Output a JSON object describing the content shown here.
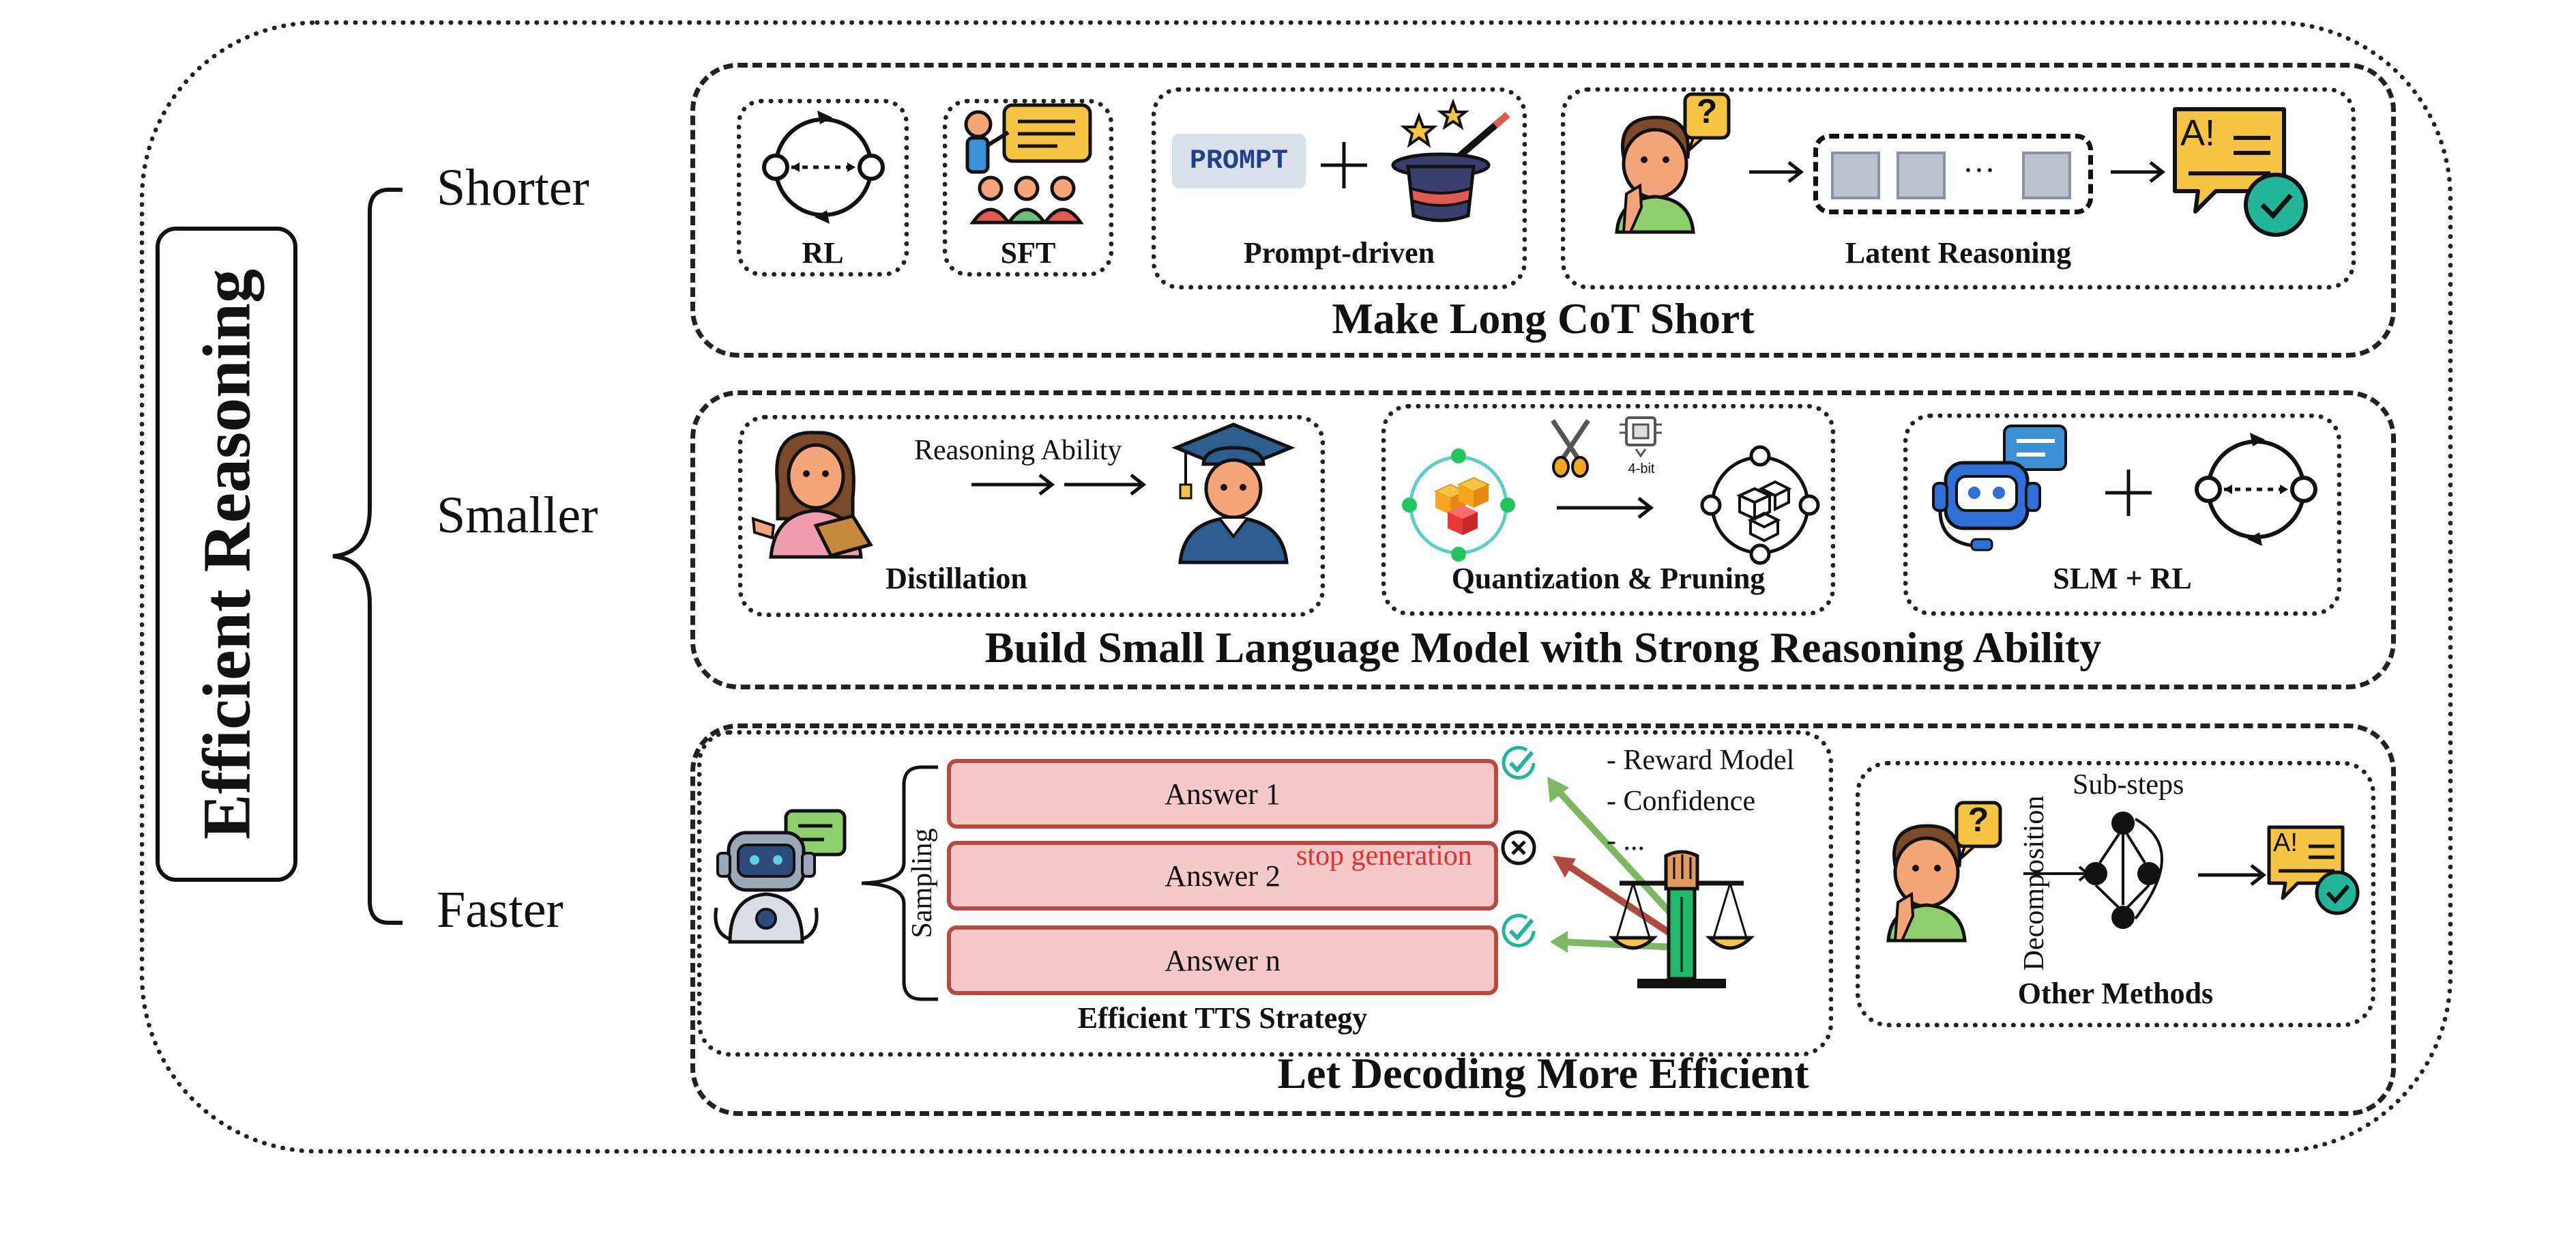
{
  "root": {
    "title": "Efficient Reasoning"
  },
  "branches": [
    {
      "label": "Shorter"
    },
    {
      "label": "Smaller"
    },
    {
      "label": "Faster"
    }
  ],
  "shorter": {
    "section_title": "Make Long CoT Short",
    "rl_label": "RL",
    "sft_label": "SFT",
    "prompt_label": "Prompt-driven",
    "prompt_tag": "PROMPT",
    "latent_label": "Latent Reasoning",
    "latent_dots": "···",
    "question_mark": "?",
    "ai_text": "A!"
  },
  "smaller": {
    "section_title": "Build Small Language Model with Strong Reasoning Ability",
    "distill_label": "Distillation",
    "distill_caption": "Reasoning Ability",
    "quant_label": "Quantization & Pruning",
    "chip_text": "4-bit",
    "slm_label": "SLM + RL"
  },
  "faster": {
    "section_title": "Let Decoding More Efficient",
    "sampling_label": "Sampling",
    "answers": [
      "Answer 1",
      "Answer 2",
      "Answer n"
    ],
    "stop_text": "stop generation",
    "criteria": [
      "- Reward Model",
      "- Confidence",
      "- ..."
    ],
    "tts_label": "Efficient TTS Strategy",
    "decomposition_label": "Decomposition",
    "substeps_label": "Sub-steps",
    "other_label": "Other Methods"
  },
  "colors": {
    "answer_fill": "#f5c9c9",
    "answer_border": "#b9483f",
    "stop_text": "#e0312b",
    "check_green": "#22b59a",
    "arrow_green": "#7cb861",
    "arrow_red": "#b04a3f",
    "robot_blue": "#2f6fd6",
    "bubble_yellow": "#f6c443",
    "latent_gray": "#b9c2cb"
  }
}
